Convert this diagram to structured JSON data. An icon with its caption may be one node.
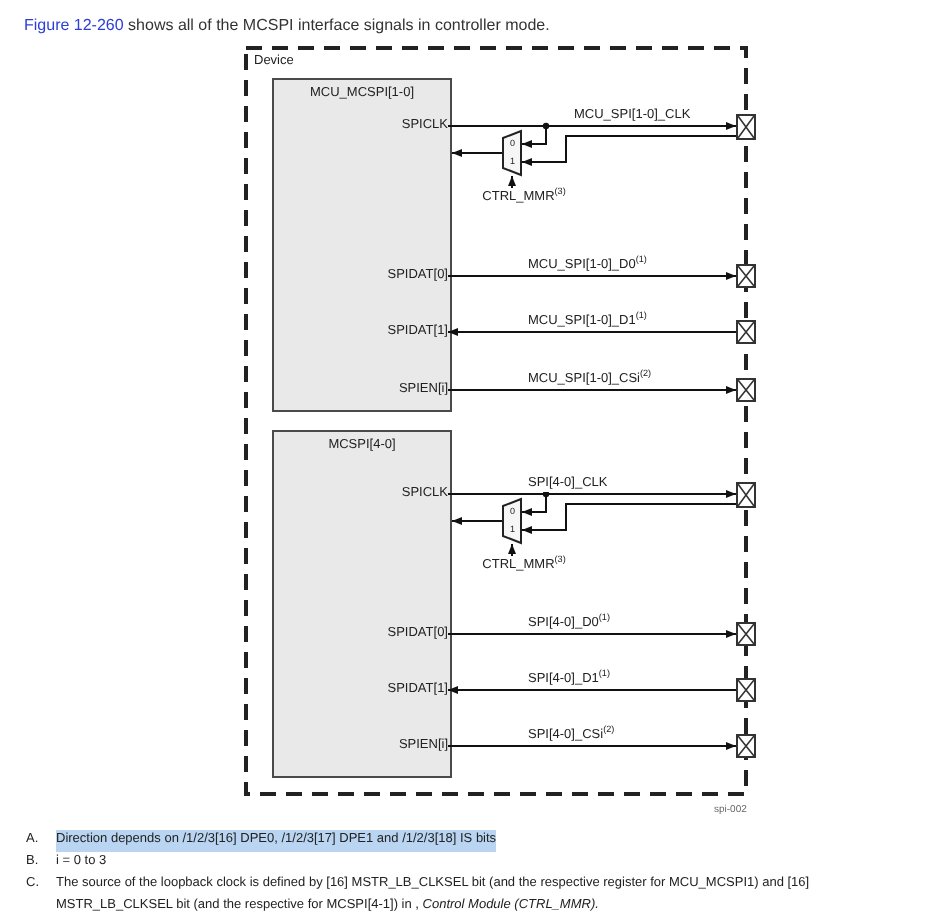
{
  "diagram": {
    "nodes": [
      {
        "text": [
          "Device"
        ]
      },
      {
        "text": [
          "MCU_MCSPI[1-0]"
        ],
        "in": 0
      },
      {
        "text": [
          "SPICLK"
        ],
        "in": 1
      },
      {
        "text": [
          "SPIDAT[0]"
        ],
        "in": 1
      },
      {
        "text": [
          "SPIDAT[1]"
        ],
        "in": 1
      },
      {
        "text": [
          "SPIEN[i]"
        ],
        "in": 1
      },
      {
        "text": [
          "0",
          "1"
        ],
        "in": 0
      },
      {
        "text": [
          "CTRL_MMR$^{(3)}$"
        ],
        "in": 0
      },
      {
        "text": [],
        "shape": "box"
      },
      {
        "text": [],
        "shape": "box"
      },
      {
        "text": [],
        "shape": "box"
      },
      {
        "text": [],
        "shape": "box"
      },
      {
        "text": [
          "MCSPI[4-0]"
        ],
        "in": 0
      },
      {
        "text": [
          "SPICLK"
        ],
        "in": 12
      },
      {
        "text": [
          "SPIDAT[0]"
        ],
        "in": 12
      },
      {
        "text": [
          "SPIDAT[1]"
        ],
        "in": 12
      },
      {
        "text": [
          "SPIEN[i]"
        ],
        "in": 12
      },
      {
        "text": [
          "0",
          "1"
        ],
        "in": 0
      },
      {
        "text": [
          "CTRL_MMR$^{(3)}$"
        ],
        "in": 0
      },
      {
        "text": [],
        "shape": "box"
      },
      {
        "text": [],
        "shape": "box"
      },
      {
        "text": [],
        "shape": "box"
      },
      {
        "text": [],
        "shape": "box"
      }
    ],
    "edges": [
      {
        "from": 2,
        "to": 8,
        "arrow": "to",
        "label": "MCU_SPI[1-0]_CLK"
      },
      {
        "from": 2,
        "to": 6,
        "arrow": "to"
      },
      {
        "from": 8,
        "to": 6,
        "arrow": "to"
      },
      {
        "from": 6,
        "to": 1,
        "arrow": "to"
      },
      {
        "from": 7,
        "to": 6,
        "arrow": "to"
      },
      {
        "from": 3,
        "to": 9,
        "arrow": "to",
        "label": "MCU_SPI[1-0]_D0$^{(1)}$"
      },
      {
        "from": 10,
        "to": 4,
        "arrow": "to",
        "label": "MCU_SPI[1-0]_D1$^{(1)}$"
      },
      {
        "from": 5,
        "to": 11,
        "arrow": "to",
        "label": "MCU_SPI[1-0]_CSi$^{(2)}$"
      },
      {
        "from": 13,
        "to": 19,
        "arrow": "to",
        "label": "SPI[4-0]_CLK"
      },
      {
        "from": 13,
        "to": 17,
        "arrow": "to"
      },
      {
        "from": 19,
        "to": 17,
        "arrow": "to"
      },
      {
        "from": 17,
        "to": 12,
        "arrow": "to"
      },
      {
        "from": 18,
        "to": 17,
        "arrow": "to"
      },
      {
        "from": 14,
        "to": 20,
        "arrow": "to",
        "label": "SPI[4-0]_D0$^{(1)}$"
      },
      {
        "from": 21,
        "to": 15,
        "arrow": "to",
        "label": "SPI[4-0]_D1$^{(1)}$"
      },
      {
        "from": 16,
        "to": 22,
        "arrow": "to",
        "label": "SPI[4-0]_CSi$^{(2)}$"
      }
    ],
    "labels": [
      "Figure 12-260",
      "shows all of the MCSPI interface signals in controller mode.",
      "spi-002",
      "A.",
      "Direction depends on /1/2/3[16] DPE0, /1/2/3[17] DPE1 and /1/2/3[18] IS bits",
      "B.",
      "i = 0 to 3",
      "C.",
      "The source of the loopback clock is defined by [16] MSTR_LB_CLKSEL bit (and the respective register for MCU_MCSPI1) and [16] MSTR_LB_CLKSEL bit (and the respective for MCSPI[4-1]) in , *Control Module (CTRL_MMR).*"
    ]
  }
}
